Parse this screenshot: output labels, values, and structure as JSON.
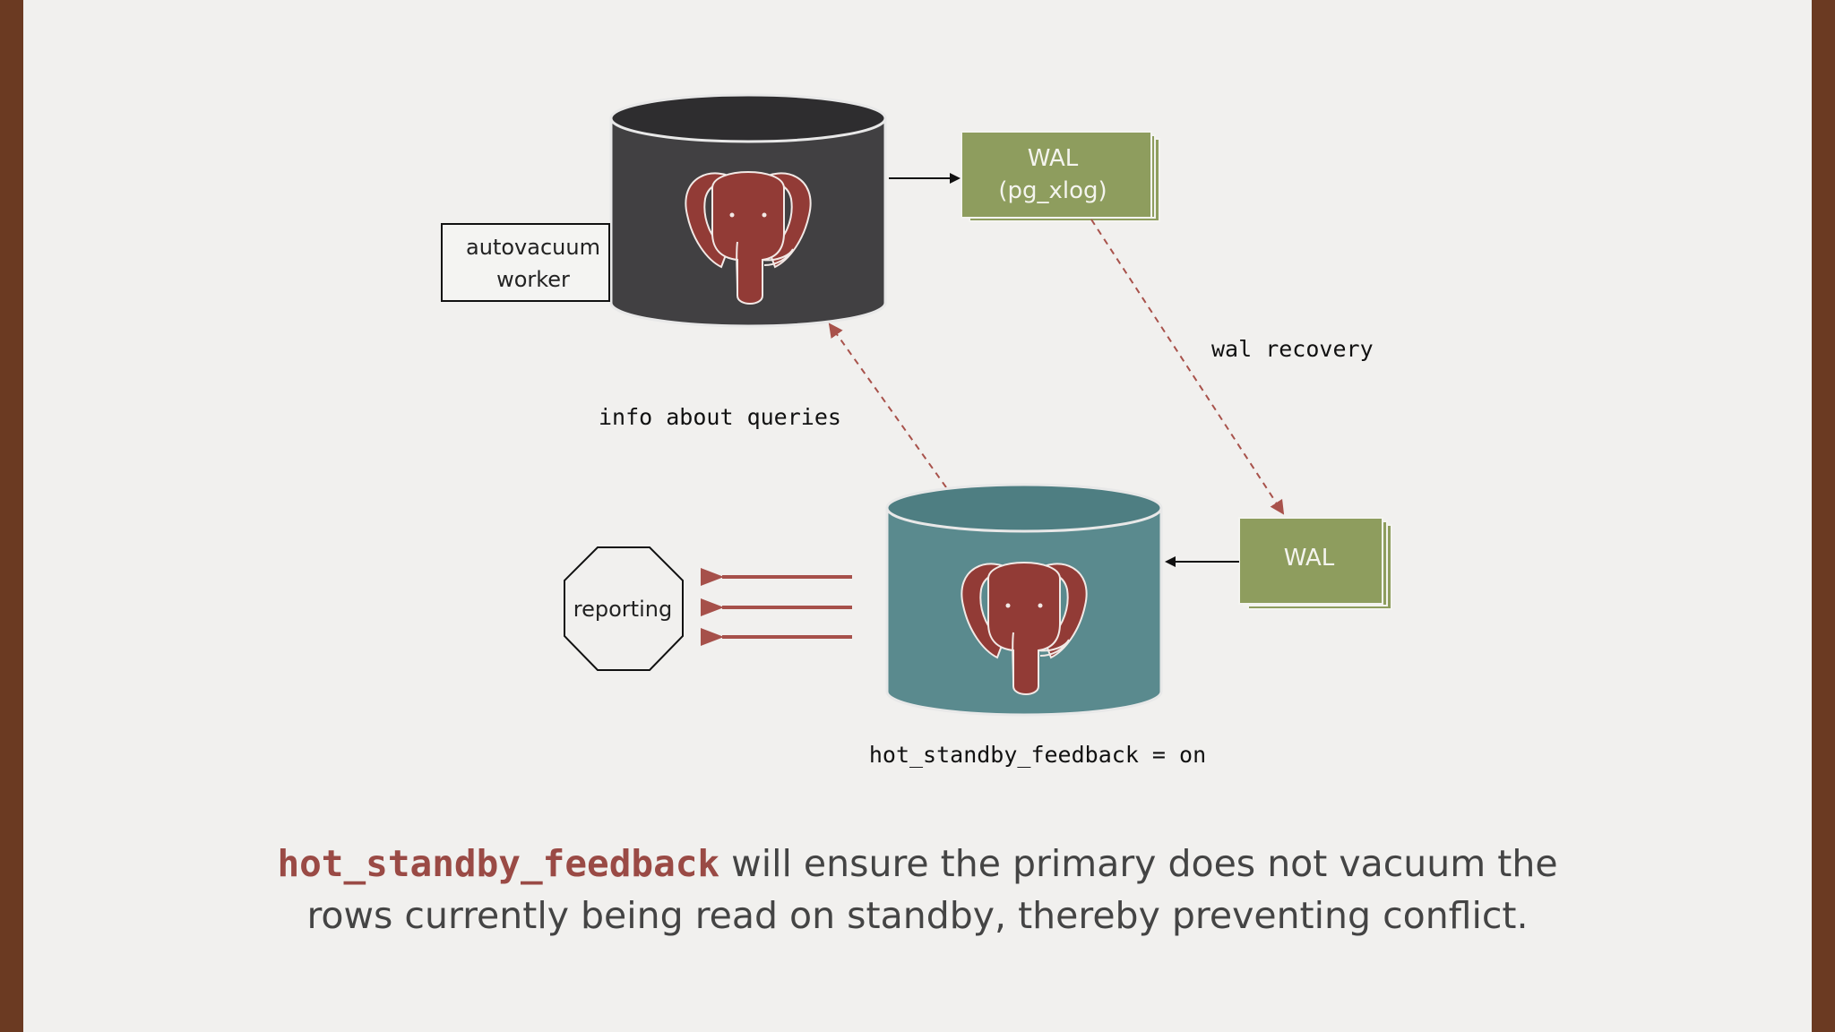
{
  "diagram": {
    "autovacuum_label_1": "autovacuum",
    "autovacuum_label_2": "worker",
    "wal_primary_line1": "WAL",
    "wal_primary_line2": "(pg_xlog)",
    "wal_recovery_label": "wal recovery",
    "info_queries_label": "info about queries",
    "wal_standby_label": "WAL",
    "reporting_label": "reporting",
    "setting_label": "hot_standby_feedback = on"
  },
  "caption": {
    "code_term": "hot_standby_feedback",
    "line1_rest": " will ensure the primary does not vacuum the",
    "line2": "rows currently being read on standby, thereby preventing conflict."
  },
  "colors": {
    "primary_db": "#414042",
    "standby_db": "#5a8a8e",
    "wal_box": "#8e9d5e",
    "elephant": "#923b36",
    "dashed_arrow": "#a8524b",
    "code_accent": "#9a4a45"
  },
  "icons": [
    "postgres-elephant-icon",
    "database-cylinder-icon",
    "octagon-shape"
  ]
}
